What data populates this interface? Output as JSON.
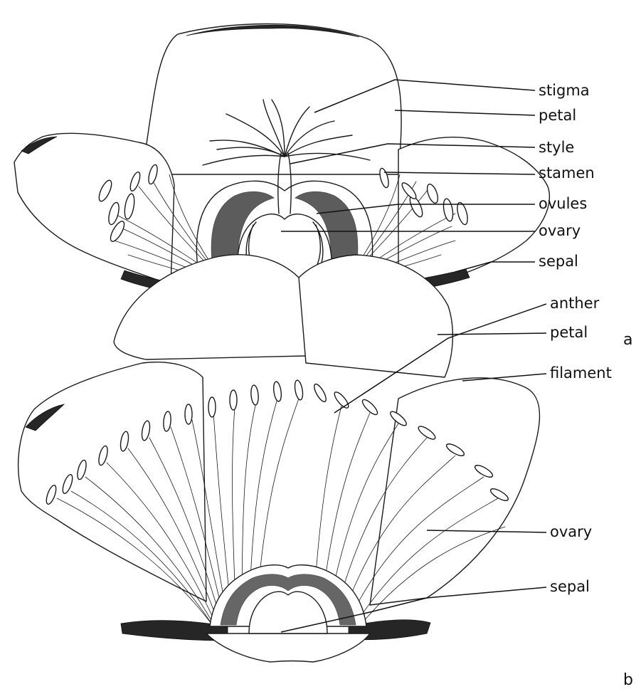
{
  "diagram_a": {
    "panel_letter": "a",
    "labels": {
      "stigma": "stigma",
      "petal": "petal",
      "style": "style",
      "stamen": "stamen",
      "ovules": "ovules",
      "ovary": "ovary",
      "sepal": "sepal"
    }
  },
  "diagram_b": {
    "panel_letter": "b",
    "labels": {
      "anther": "anther",
      "petal": "petal",
      "filament": "filament",
      "ovary": "ovary",
      "sepal": "sepal"
    }
  }
}
